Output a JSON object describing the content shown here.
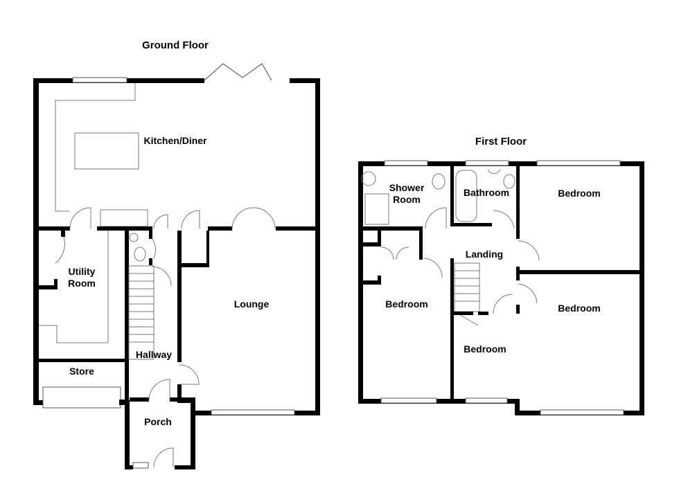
{
  "ground_floor": {
    "title": "Ground Floor",
    "rooms": {
      "kitchen": "Kitchen/Diner",
      "utility_line1": "Utility",
      "utility_line2": "Room",
      "store": "Store",
      "hallway": "Hallway",
      "lounge": "Lounge",
      "porch": "Porch"
    }
  },
  "first_floor": {
    "title": "First Floor",
    "rooms": {
      "shower_line1": "Shower",
      "shower_line2": "Room",
      "bathroom": "Bathroom",
      "bedroom_front_right_top": "Bedroom",
      "landing": "Landing",
      "bedroom_left": "Bedroom",
      "bedroom_right": "Bedroom",
      "bedroom_small": "Bedroom"
    }
  }
}
